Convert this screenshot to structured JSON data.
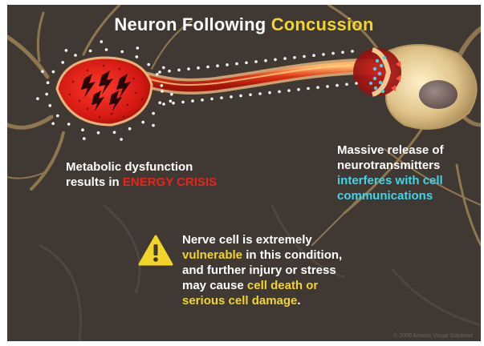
{
  "title": {
    "prefix": "Neuron Following",
    "highlight": "Concussion"
  },
  "metabolic": {
    "line1": "Metabolic dysfunction",
    "line2_prefix": "results in",
    "line2_highlight": "ENERGY CRISIS"
  },
  "neurotransmitters": {
    "line1": "Massive release of",
    "line2": "neurotransmitters",
    "line3": "interferes with cell",
    "line4": "communications"
  },
  "warning": {
    "icon": "warning-triangle-icon",
    "line1": "Nerve cell is extremely",
    "line2_highlight": "vulnerable",
    "line2_rest": "in this condition,",
    "line3": "and further injury or stress",
    "line4_prefix": "may cause",
    "line4_highlight": "cell death or",
    "line5_highlight": "serious cell damage",
    "line5_rest": "."
  },
  "copyright": "© 2009 Amicus Visual Solutions",
  "colors": {
    "background": "#403832",
    "title_highlight": "#f2d52a",
    "energy_crisis": "#e8241c",
    "communication": "#3ed6e8",
    "vulnerable": "#f2d52a"
  }
}
